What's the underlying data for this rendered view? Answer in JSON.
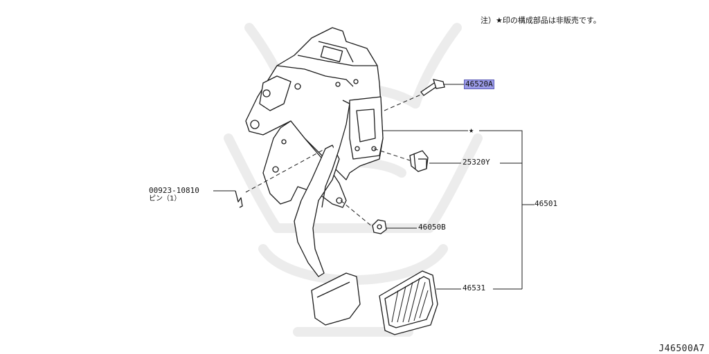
{
  "note": {
    "text": "注）★印の構成部品は非販売です。"
  },
  "diagram_id": "J46500A7",
  "callouts": [
    {
      "part_no": "46520A",
      "highlighted": true
    },
    {
      "part_no": "25320Y",
      "highlighted": false
    },
    {
      "part_no": "46501",
      "highlighted": false
    },
    {
      "part_no": "46050B",
      "highlighted": false
    },
    {
      "part_no": "46531",
      "highlighted": false
    },
    {
      "part_no": "00923-10810",
      "sub": "ピン（1）",
      "highlighted": false
    }
  ],
  "star_marker": "★",
  "colors": {
    "line": "#1a1a1a",
    "highlight_fill": "#9c9ce8",
    "highlight_border": "#5b5bb8",
    "watermark": "#eeeeee"
  },
  "icons": {
    "assembly": "brake-pedal-assembly-drawing",
    "watermark": "samurai-helmet-watermark"
  }
}
